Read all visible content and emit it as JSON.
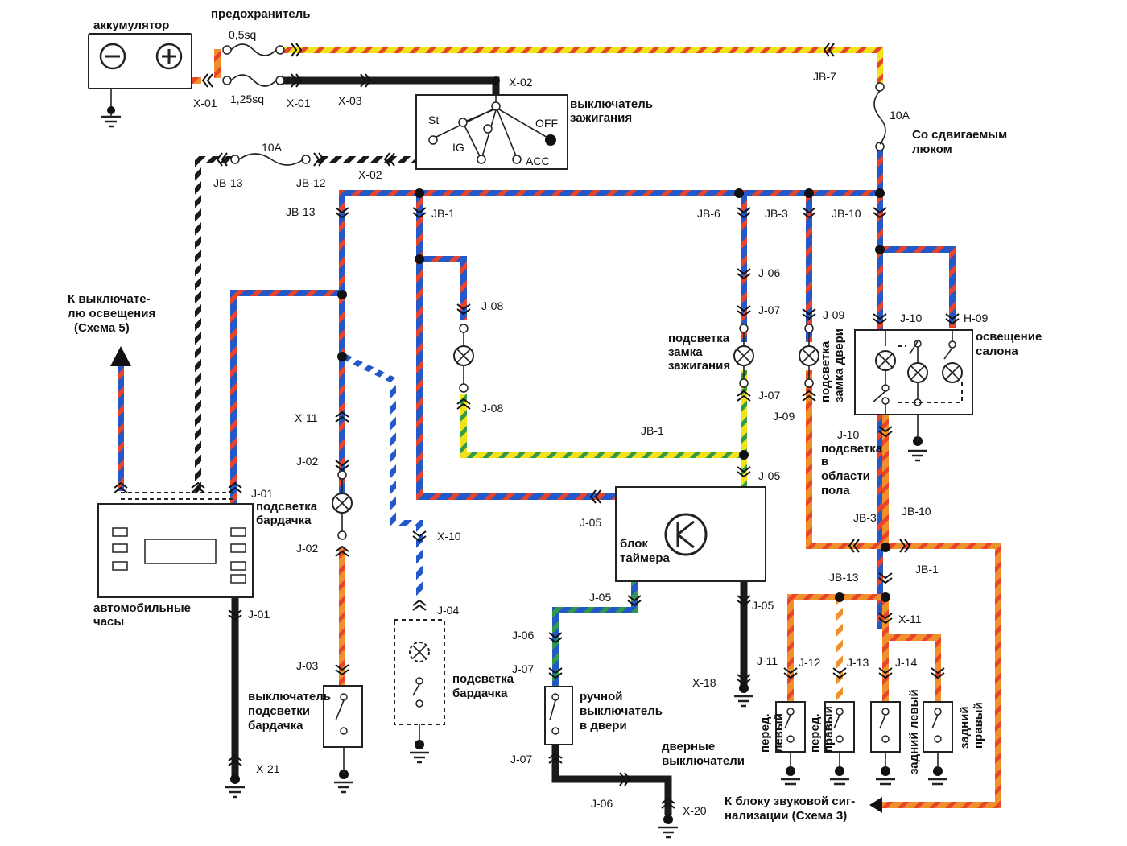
{
  "labels": {
    "battery": "аккумулятор",
    "fuse_main": "предохранитель",
    "fuse_05": "0,5sq",
    "fuse_125": "1,25sq",
    "x01_a": "X-01",
    "x01_b": "X-01",
    "x03": "X-03",
    "x02_top": "X-02",
    "ign_switch_1": "выключатель",
    "ign_switch_2": "зажигания",
    "ign_st": "St",
    "ign_ig": "IG",
    "ign_off": "OFF",
    "ign_acc": "ACC",
    "jb7": "JB-7",
    "fuse10a_right": "10A",
    "sunroof_1": "Со  сдвигаемым",
    "sunroof_2": "люком",
    "fuse10a_left": "10A",
    "jb13_top": "JB-13",
    "jb12": "JB-12",
    "x02_mid": "X-02",
    "jb13_left": "JB-13",
    "jb1_top": "JB-1",
    "jb6": "JB-6",
    "jb3_top": "JB-3",
    "jb10_top": "JB-10",
    "to_light_switch_1": "К выключате-",
    "to_light_switch_2": "лю  освещения",
    "to_light_switch_3": "(Схема 5)",
    "j08_a": "J-08",
    "j08_b": "J-08",
    "j06_a": "J-06",
    "j07_a": "J-07",
    "j07_b": "J-07",
    "ign_light_1": "подсветка",
    "ign_light_2": "замка",
    "ign_light_3": "зажигания",
    "j09_a": "J-09",
    "j09_b": "J-09",
    "door_lock_light_1": "подсветка",
    "door_lock_light_2": "замка двери",
    "j10_a": "J-10",
    "h09": "H-09",
    "cabin_light_1": "освещение",
    "cabin_light_2": "салона",
    "j10_b": "J-10",
    "floor_light_1": "подсветка",
    "floor_light_2": "в",
    "floor_light_3": "области",
    "floor_light_4": "пола",
    "x11_left": "X-11",
    "j02_a": "J-02",
    "j01_top": "J-01",
    "glovebox_light_1": "подсветка",
    "glovebox_light_2": "бардачка",
    "j02_b": "J-02",
    "jb1_mid": "JB-1",
    "j05_a": "J-05",
    "j05_b": "J-05",
    "timer_1": "блок",
    "timer_2": "таймера",
    "x10": "X-10",
    "clock_1": "автомобильные",
    "clock_2": "часы",
    "j01_bottom": "J-01",
    "j04": "J-04",
    "j05_c": "J-05",
    "j05_d": "J-05",
    "j06_b": "J-06",
    "j07_c": "J-07",
    "manual_switch_1": "ручной",
    "manual_switch_2": "выключатель",
    "manual_switch_3": "в двери",
    "j03": "J-03",
    "glovebox_switch_1": "выключатель",
    "glovebox_switch_2": "подсветки",
    "glovebox_switch_3": "бардачка",
    "glovebox_light2_1": "подсветка",
    "glovebox_light2_2": "бардачка",
    "x21": "X-21",
    "jb3_low": "JB-3",
    "jb10_low": "JB-10",
    "jb13_low": "JB-13",
    "jb1_low": "JB-1",
    "x11_right": "X-11",
    "j11": "J-11",
    "j12": "J-12",
    "j13": "J-13",
    "j14": "J-14",
    "x18": "X-18",
    "door_switches_1": "дверные",
    "door_switches_2": "выключатели",
    "front_left_1": "перед.",
    "front_left_2": "левый",
    "front_right_1": "перед.",
    "front_right_2": "правый",
    "rear_left": "задний левый",
    "rear_right_1": "задний",
    "rear_right_2": "правый",
    "j07_d": "J-07",
    "j06_c": "J-06",
    "x20": "X-20",
    "to_alarm_1": "К блоку звуковой сиг-",
    "to_alarm_2": "нализации (Схема 3)"
  },
  "colors": {
    "red": "#e8432b",
    "blue": "#2457c8",
    "yellow": "#f2e21a",
    "orange": "#f0902a",
    "green": "#2f9a4a",
    "black": "#1a1a1a",
    "white": "#ffffff"
  },
  "icons": {
    "battery": "battery-icon",
    "ground": "ground-icon",
    "lamp": "lamp-icon",
    "switch": "switch-icon",
    "connector": "connector-icon",
    "arrow": "arrow-icon",
    "timer": "timer-icon"
  }
}
